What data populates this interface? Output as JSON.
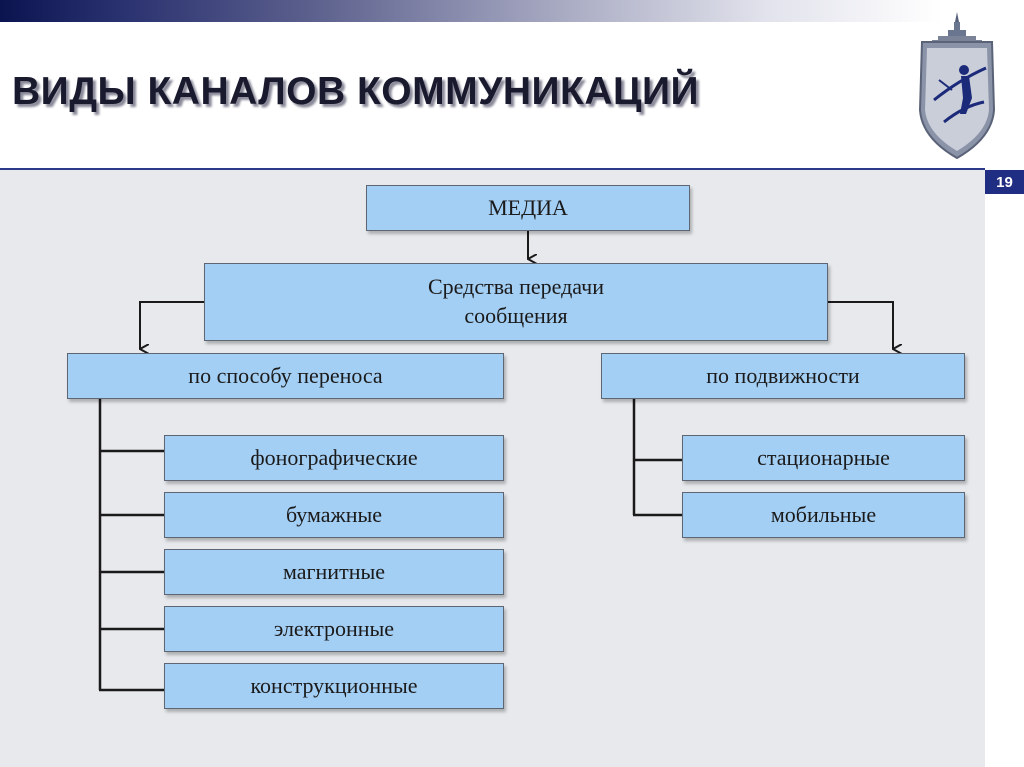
{
  "header": {
    "title": "ВИДЫ КАНАЛОВ КОММУНИКАЦИЙ",
    "logo_icon": "university-crest-icon"
  },
  "page_number": "19",
  "diagram": {
    "root": "МЕДИА",
    "means": "Средства передачи\nсообщения",
    "left": {
      "label": "по способу переноса",
      "items": [
        "фонографические",
        "бумажные",
        "магнитные",
        "электронные",
        "конструкционные"
      ]
    },
    "right": {
      "label": "по подвижности",
      "items": [
        "стационарные",
        "мобильные"
      ]
    }
  },
  "colors": {
    "box_fill": "#a4cff4",
    "box_border": "#5d6672",
    "background": "#e7e9ec",
    "accent": "#1f2d82"
  }
}
